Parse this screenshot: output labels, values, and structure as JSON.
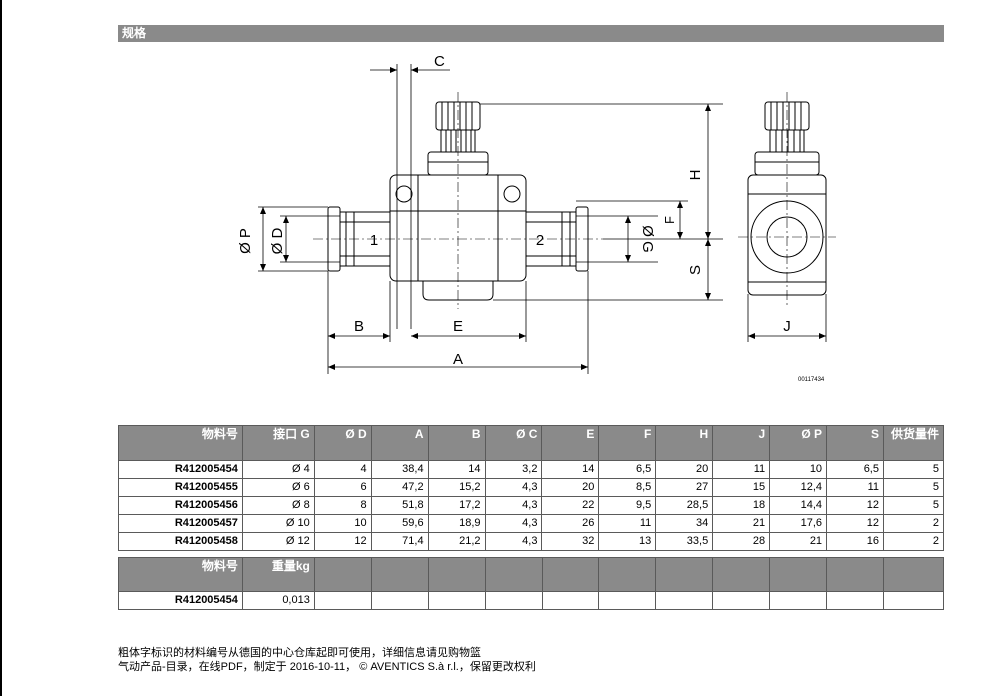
{
  "section_title": "规格",
  "drawing": {
    "labels": {
      "c": "C",
      "h": "H",
      "f": "F",
      "s": "S",
      "p": "Ø P",
      "d": "Ø D",
      "g": "Ø G",
      "b": "B",
      "e": "E",
      "a": "A",
      "j": "J",
      "port1": "1",
      "port2": "2"
    },
    "code": "00117434"
  },
  "table1": {
    "headers": [
      "物料号",
      "接口 G",
      "Ø D",
      "A",
      "B",
      "Ø C",
      "E",
      "F",
      "H",
      "J",
      "Ø P",
      "S",
      "供货量件"
    ],
    "rows": [
      [
        "R412005454",
        "Ø 4",
        "4",
        "38,4",
        "14",
        "3,2",
        "14",
        "6,5",
        "20",
        "11",
        "10",
        "6,5",
        "5"
      ],
      [
        "R412005455",
        "Ø 6",
        "6",
        "47,2",
        "15,2",
        "4,3",
        "20",
        "8,5",
        "27",
        "15",
        "12,4",
        "11",
        "5"
      ],
      [
        "R412005456",
        "Ø 8",
        "8",
        "51,8",
        "17,2",
        "4,3",
        "22",
        "9,5",
        "28,5",
        "18",
        "14,4",
        "12",
        "5"
      ],
      [
        "R412005457",
        "Ø 10",
        "10",
        "59,6",
        "18,9",
        "4,3",
        "26",
        "11",
        "34",
        "21",
        "17,6",
        "12",
        "2"
      ],
      [
        "R412005458",
        "Ø 12",
        "12",
        "71,4",
        "21,2",
        "4,3",
        "32",
        "13",
        "33,5",
        "28",
        "21",
        "16",
        "2"
      ]
    ]
  },
  "table2": {
    "headers": [
      "物料号",
      "重量kg",
      "",
      "",
      "",
      "",
      "",
      "",
      "",
      "",
      "",
      "",
      ""
    ],
    "rows": [
      [
        "R412005454",
        "0,013",
        "",
        "",
        "",
        "",
        "",
        "",
        "",
        "",
        "",
        "",
        ""
      ]
    ]
  },
  "footer": {
    "line1": "粗体字标识的材料编号从德国的中心仓库起即可使用，详细信息请见购物篮",
    "line2": "气动产品-目录，在线PDF，制定于 2016-10-11， © AVENTICS S.à r.l.，保留更改权利"
  }
}
